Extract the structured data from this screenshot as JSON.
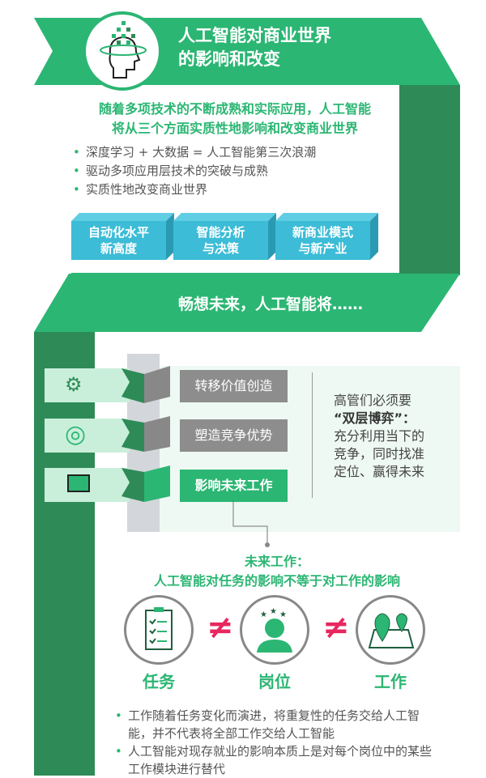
{
  "section1": {
    "title_line1": "人工智能对商业世界",
    "title_line2": "的影响和改变",
    "intro_line1": "随着多项技术的不断成熟和实际应用，人工智能",
    "intro_line2": "将从三个方面实质性地影响和改变商业世界",
    "bullets": [
      "深度学习 + 大数据 = 人工智能第三次浪潮",
      "驱动多项应用层技术的突破与成熟",
      "实质性地改变商业世界"
    ],
    "boxes": [
      {
        "line1": "自动化水平",
        "line2": "新高度"
      },
      {
        "line1": "智能分析",
        "line2": "与决策"
      },
      {
        "line1": "新商业模式",
        "line2": "与新产业"
      }
    ]
  },
  "section2": {
    "title": "畅想未来，人工智能将……",
    "items": [
      "转移价值创造",
      "塑造竞争优势",
      "影响未来工作"
    ],
    "side_line1": "高管们必须要",
    "side_line2": "“双层博弈”：",
    "side_line3": "充分利用当下的",
    "side_line4": "竞争，同时找准",
    "side_line5": "定位、赢得未来"
  },
  "section3": {
    "heading1": "未来工作：",
    "heading2": "人工智能对任务的影响不等于对工作的影响",
    "labels": [
      "任务",
      "岗位",
      "工作"
    ],
    "neq": "≠",
    "bullets": [
      "工作随着任务变化而演进，将重复性的任务交给人工智能，并不代表将全部工作交给人工智能",
      "人工智能对现存就业的影响本质上是对每个岗位中的某些工作模块进行替代"
    ]
  },
  "colors": {
    "green": "#2bb673",
    "dark_green": "#2e8b57",
    "blue": "#3cbcd7",
    "pink": "#e8265f"
  }
}
